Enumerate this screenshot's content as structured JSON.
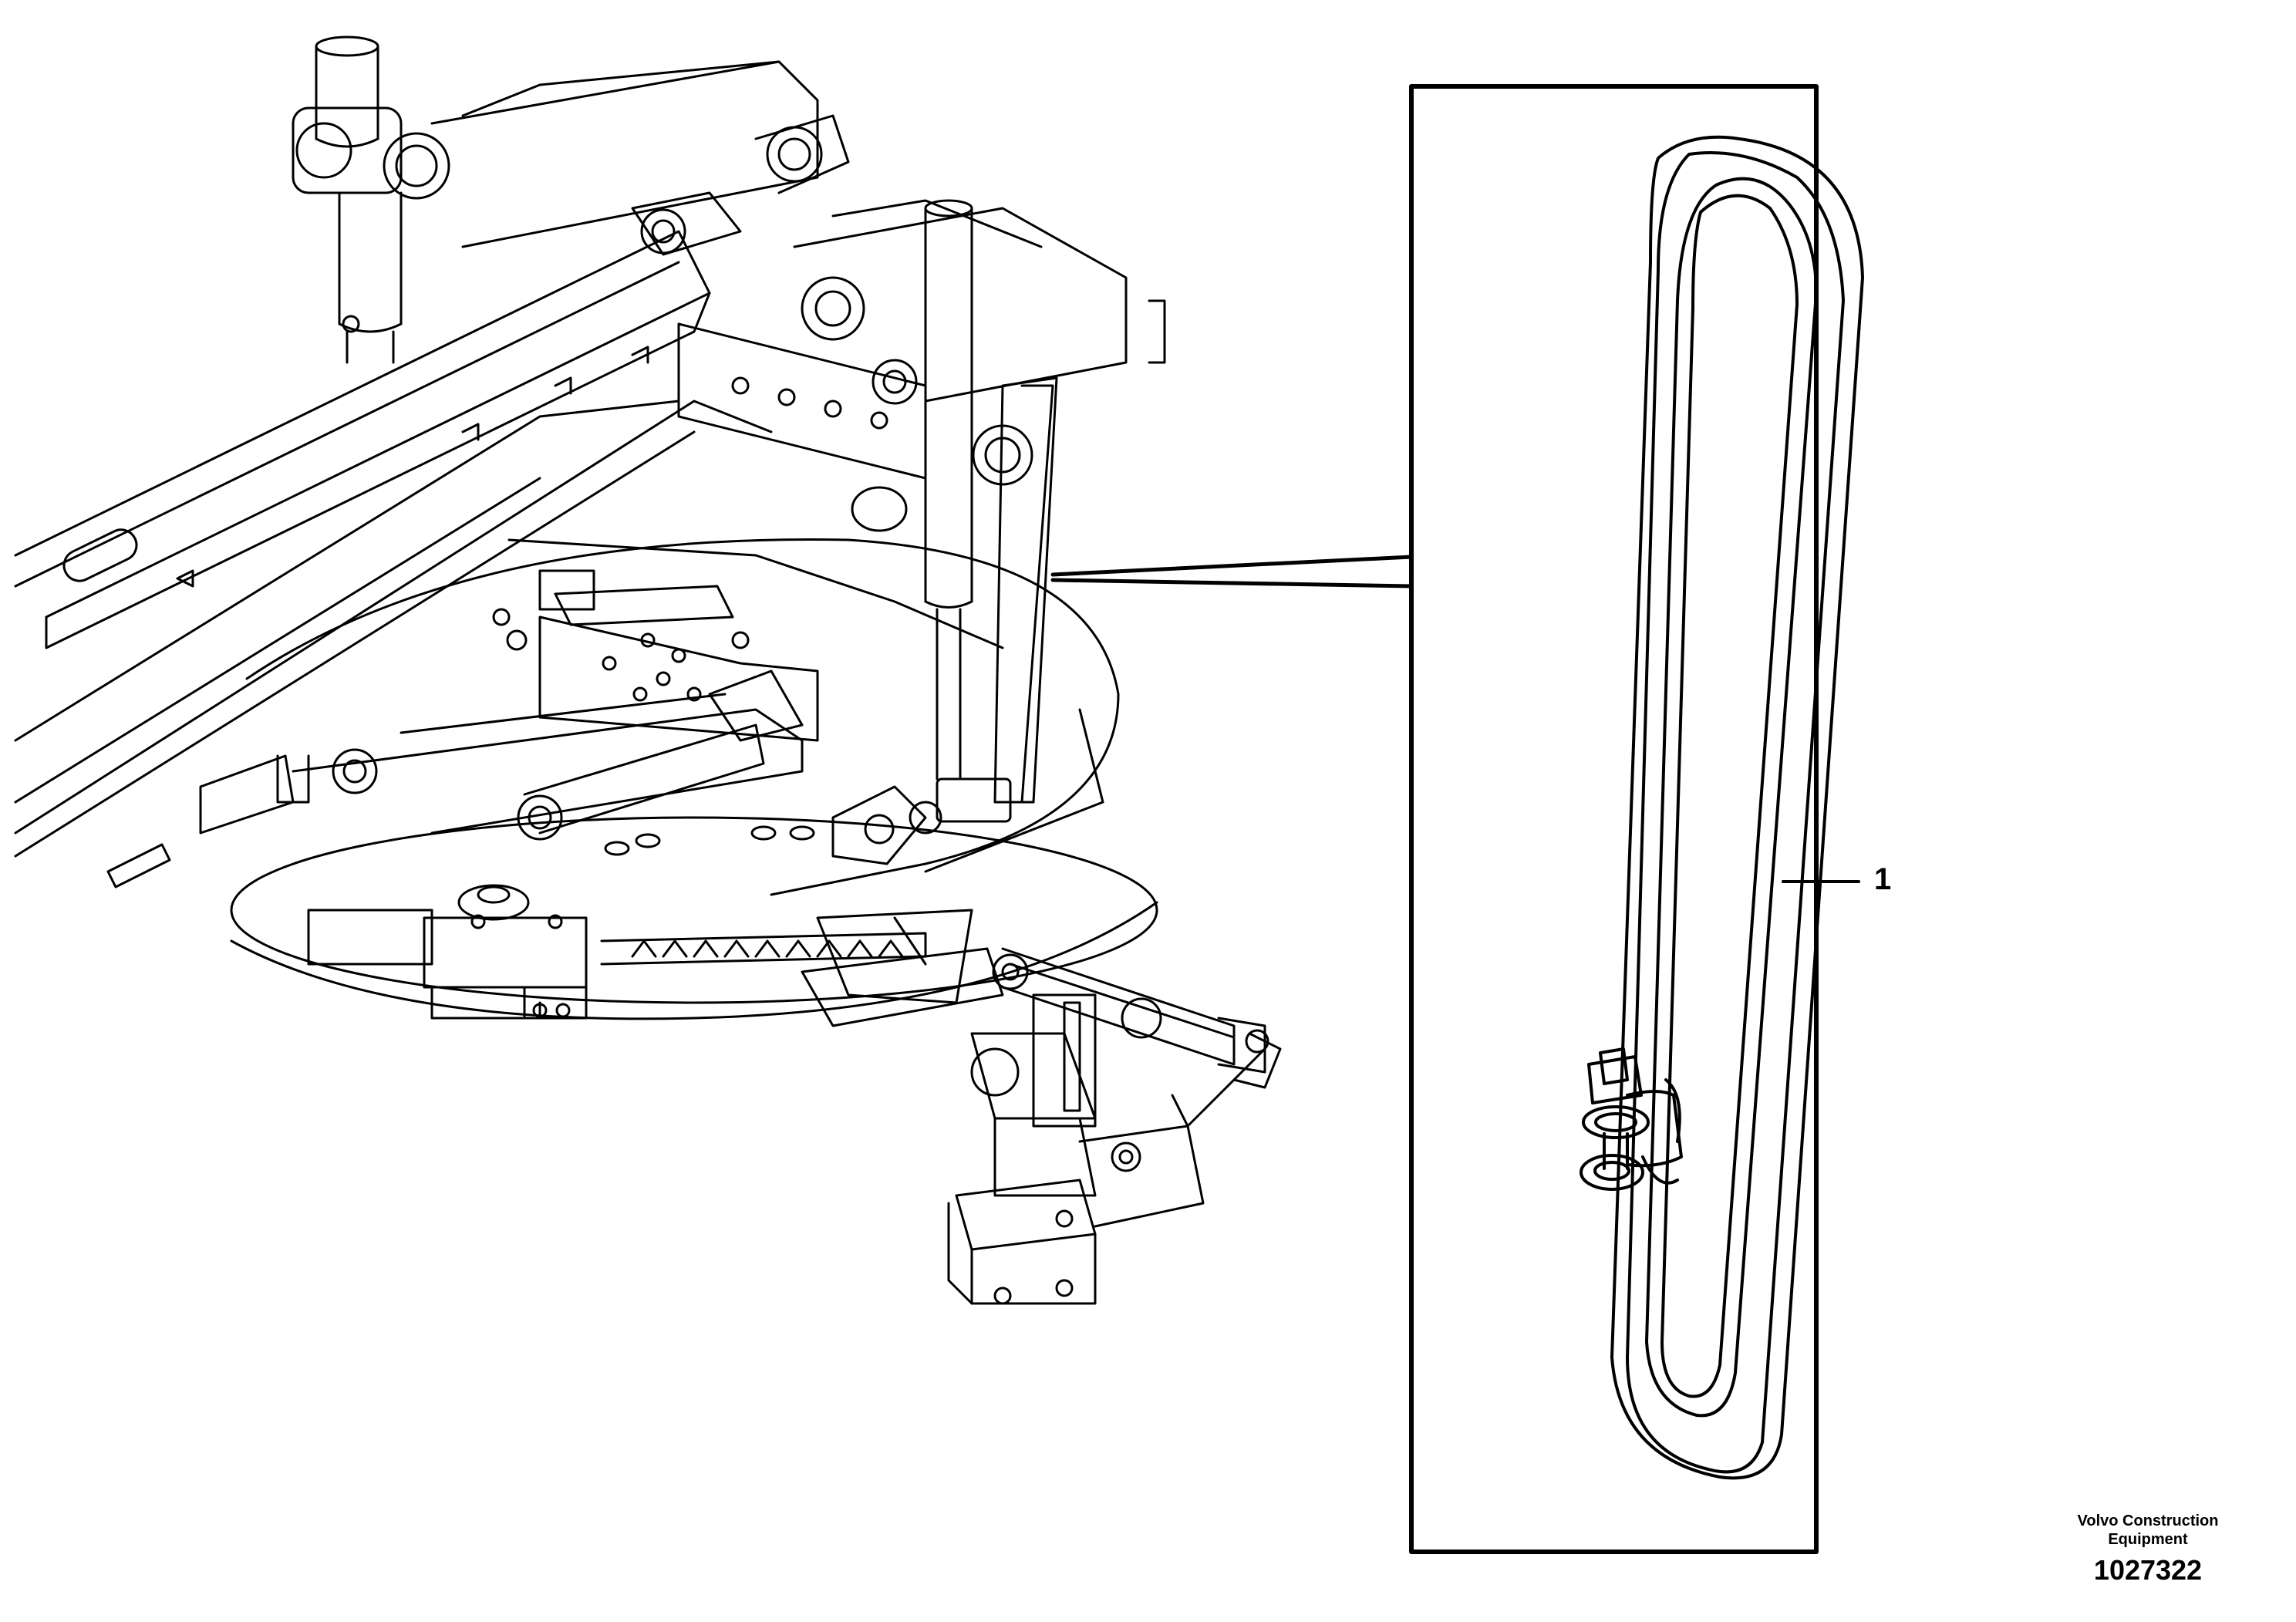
{
  "diagram": {
    "callouts": [
      {
        "number": "1",
        "part": "strap-with-shackle"
      }
    ]
  },
  "footer": {
    "maker_line1": "Volvo Construction",
    "maker_line2": "Equipment",
    "drawing_number": "1027322"
  },
  "colors": {
    "line": "#000000",
    "background": "#ffffff"
  },
  "icons": [
    "shackle-icon",
    "strap-icon"
  ]
}
